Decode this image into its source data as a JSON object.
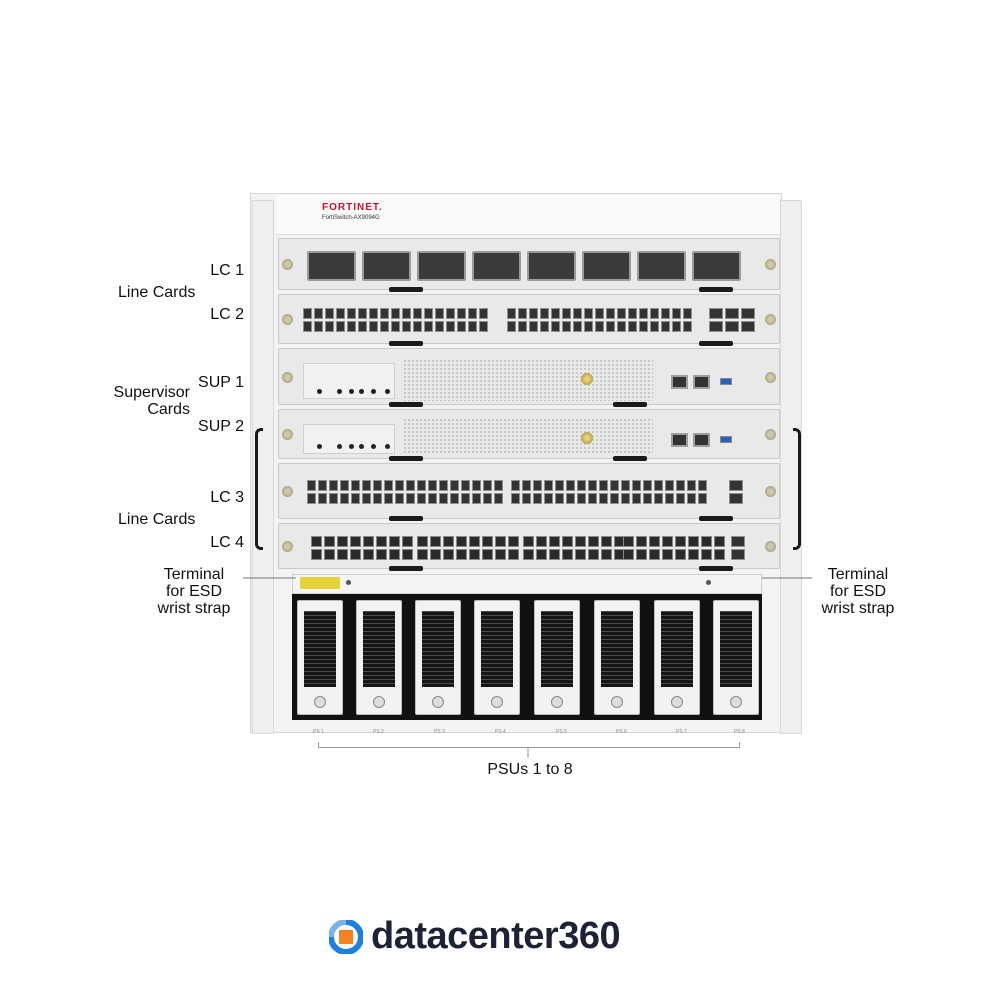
{
  "callouts": {
    "lc1": "LC 1",
    "line_cards_top": "Line Cards",
    "lc2": "LC 2",
    "supervisor_line1": "Supervisor",
    "supervisor_line2": "Cards",
    "sup1": "SUP 1",
    "sup2": "SUP 2",
    "lc3": "LC 3",
    "line_cards_bottom": "Line Cards",
    "lc4": "LC 4",
    "esd_left": [
      "Terminal",
      "for ESD",
      "wrist strap"
    ],
    "esd_right": [
      "Terminal",
      "for ESD",
      "wrist strap"
    ],
    "psus": "PSUs 1 to 8"
  },
  "chassis": {
    "brand": "FORTINET.",
    "model": "FortiSwitch-AX9094G"
  },
  "psu_slot_labels": [
    "PS 1",
    "PS 2",
    "PS 3",
    "PS 4",
    "PS 5",
    "PS 6",
    "PS 7",
    "PS 8"
  ],
  "logo": {
    "word": "datacenter360",
    "icon": "datacenter360-logo-icon",
    "colors": {
      "blue": "#1f7fe0",
      "orange": "#f5821f",
      "text": "#1e2235"
    }
  }
}
